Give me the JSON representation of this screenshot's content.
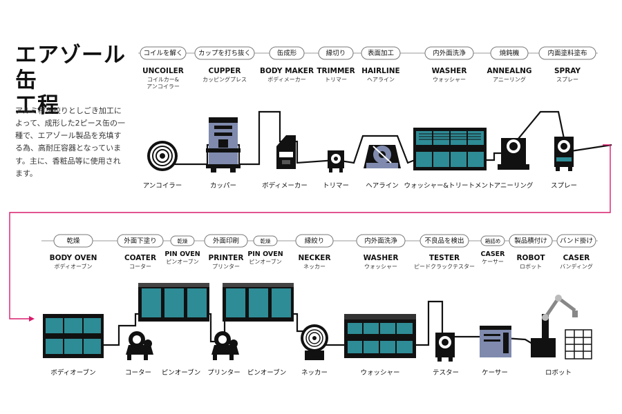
{
  "header": {
    "title_line1": "エアゾール缶",
    "title_line2": "工程",
    "description": "アルミ材を絞りとしごき加工によって、成形した2ピース缶の一種で、エアゾール製品を充填する為、高耐圧容器となっています。主に、香粧品等に使用されます。"
  },
  "row1": {
    "steps": [
      {
        "pill": "コイルを解く",
        "en": "UNCOILER",
        "jp": "コイルカー&",
        "jp2": "アンコイラー"
      },
      {
        "pill": "カップを打ち抜く",
        "en": "CUPPER",
        "jp": "カッピングプレス"
      },
      {
        "pill": "缶成形",
        "en": "BODY MAKER",
        "jp": "ボディメーカー"
      },
      {
        "pill": "縁切り",
        "en": "TRIMMER",
        "jp": "トリマー"
      },
      {
        "pill": "表面加工",
        "en": "HAIRLINE",
        "jp": "ヘアライン"
      },
      {
        "pill": "内外面洗浄",
        "en": "WASHER",
        "jp": "ウォッシャー"
      },
      {
        "pill": "焼鈍機",
        "en": "ANNEALNG",
        "jp": "アニーリング"
      },
      {
        "pill": "内面塗料塗布",
        "en": "SPRAY",
        "jp": "スプレー"
      }
    ],
    "machines": [
      "アンコイラー",
      "カッパー",
      "ボディメーカー",
      "トリマー",
      "ヘアライン",
      "ウォッシャー&トリートメント",
      "アニーリング",
      "スプレー"
    ]
  },
  "row2": {
    "steps": [
      {
        "pill": "乾燥",
        "en": "BODY OVEN",
        "jp": "ボディオーブン"
      },
      {
        "pill": "外面下塗り",
        "en": "COATER",
        "jp": "コーター"
      },
      {
        "pill": "乾燥",
        "en": "PIN OVEN",
        "jp": "ピンオーブン"
      },
      {
        "pill": "外面印刷",
        "en": "PRINTER",
        "jp": "プリンター"
      },
      {
        "pill": "乾燥",
        "en": "PIN OVEN",
        "jp": "ピンオーブン"
      },
      {
        "pill": "縁絞り",
        "en": "NECKER",
        "jp": "ネッカー"
      },
      {
        "pill": "内外面洗浄",
        "en": "WASHER",
        "jp": "ウォッシャー"
      },
      {
        "pill": "不良品を検出",
        "en": "TESTER",
        "jp": "ピードクラックテスター"
      },
      {
        "pill": "箱詰め",
        "en": "CASER",
        "jp": "ケーサー"
      },
      {
        "pill": "製品積付け",
        "en": "ROBOT",
        "jp": "ロボット"
      },
      {
        "pill": "バンド掛け",
        "en": "CASER",
        "jp": "バンディング"
      }
    ],
    "machines": [
      "ボディオーブン",
      "コーター",
      "ピンオーブン",
      "プリンター",
      "ピンオーブン",
      "ネッカー",
      "ウォッシャー",
      "テスター",
      "ケーサー",
      "ロボット"
    ]
  },
  "colors": {
    "teal": "#2e8c96",
    "flow_arrow": "#d81b6b",
    "slate": "#7f8aae",
    "black": "#111111"
  }
}
